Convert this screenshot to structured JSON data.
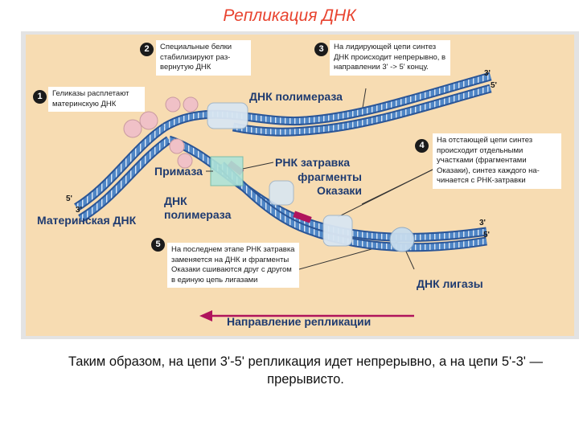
{
  "title": "Репликация ДНК",
  "steps": [
    {
      "num": "1",
      "text": "Геликазы расплетают материнскую ДНК"
    },
    {
      "num": "2",
      "text": "Специальные белки стабилизируют раз-вернутую ДНК"
    },
    {
      "num": "3",
      "text": "На лидирующей цепи синтез ДНК происходит непрерывно, в направлении 3' -> 5' концу."
    },
    {
      "num": "4",
      "text": "На отстающей цепи синтез происходит отдельными участками (фрагментами Оказаки), синтез каждого на-чинается с РНК-затравки"
    },
    {
      "num": "5",
      "text": "На последнем этапе РНК затравка заменяется на ДНК и фрагменты Оказаки сшиваются друг с другом в единую цепь лигазами"
    }
  ],
  "labels": {
    "polymerase_top": "ДНК полимераза",
    "primase": "Примаза",
    "rna_primer": "РНК затравка",
    "okazaki": "фрагменты Оказаки",
    "polymerase_bottom": "ДНК полимераза",
    "parent_dna": "Материнская ДНК",
    "ligase": "ДНК лигазы",
    "direction": "Направление репликации"
  },
  "strand_ends": {
    "top_right_3": "3'",
    "top_right_5": "5'",
    "left_5": "5'",
    "left_3": "3'",
    "bottom_right_3": "3'",
    "bottom_right_5": "5'"
  },
  "caption": "Таким образом, на цепи 3'-5' репликация идет непрерывно, а на цепи 5'-3' — прерывисто.",
  "colors": {
    "title": "#e8432f",
    "panel": "#f7dcb2",
    "strand_light": "#4f86c6",
    "strand_dark": "#2a5597",
    "protein": "#f0c1c7",
    "enzyme": "#d9e6f2",
    "primase_box": "#aee3d8",
    "rna_primer": "#b0145c",
    "direction_arrow": "#b0145c"
  }
}
